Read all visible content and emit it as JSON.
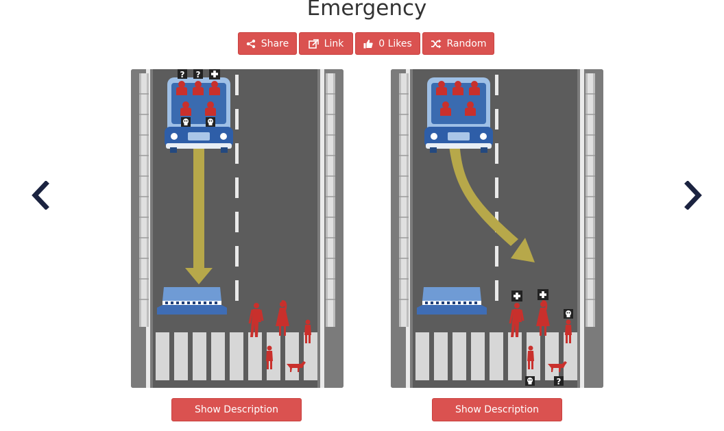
{
  "page": {
    "title": "Emergency"
  },
  "toolbar": {
    "share_label": "Share",
    "link_label": "Link",
    "likes_label": "0 Likes",
    "random_label": "Random"
  },
  "nav": {
    "prev_icon": "chevron-left-icon",
    "next_icon": "chevron-right-icon"
  },
  "scenarios": [
    {
      "id": "left",
      "car_path": "straight",
      "description_label": "Show Description",
      "passenger_badges": [
        "?",
        "?",
        "+",
        "skull",
        "skull"
      ]
    },
    {
      "id": "right",
      "car_path": "swerve",
      "description_label": "Show Description",
      "pedestrian_badges": [
        "+",
        "+",
        "skull",
        "skull",
        "?"
      ]
    }
  ],
  "colors": {
    "accent": "#da5250",
    "road": "#7b7b7b",
    "figure_red": "#c9302c",
    "car_blue": "#3a6bb0",
    "arrow": "#b7a84a",
    "nav_dark": "#1b2340"
  }
}
